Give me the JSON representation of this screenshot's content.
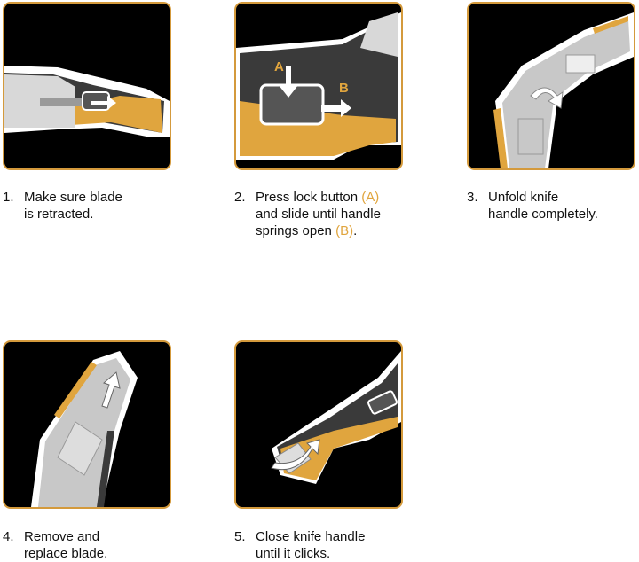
{
  "steps": [
    {
      "number": "1.",
      "lines": [
        "Make sure blade",
        "is retracted."
      ]
    },
    {
      "number": "2.",
      "line1": "Press lock button",
      "marker_a": "(A)",
      "line2": "and slide until handle",
      "line3": "springs open",
      "marker_b": "(B)",
      "line3_end": "."
    },
    {
      "number": "3.",
      "lines": [
        "Unfold knife",
        "handle completely."
      ]
    },
    {
      "number": "4.",
      "lines": [
        "Remove and",
        "replace blade."
      ]
    },
    {
      "number": "5.",
      "lines": [
        "Close knife handle",
        "until it clicks."
      ]
    }
  ],
  "illustration_labels": {
    "a": "A",
    "b": "B"
  },
  "colors": {
    "accent": "#e0a53e",
    "frame": "#d49a3c",
    "panel_bg": "#000000",
    "handle_dark": "#3a3a3a",
    "metal": "#cfcfcf"
  }
}
